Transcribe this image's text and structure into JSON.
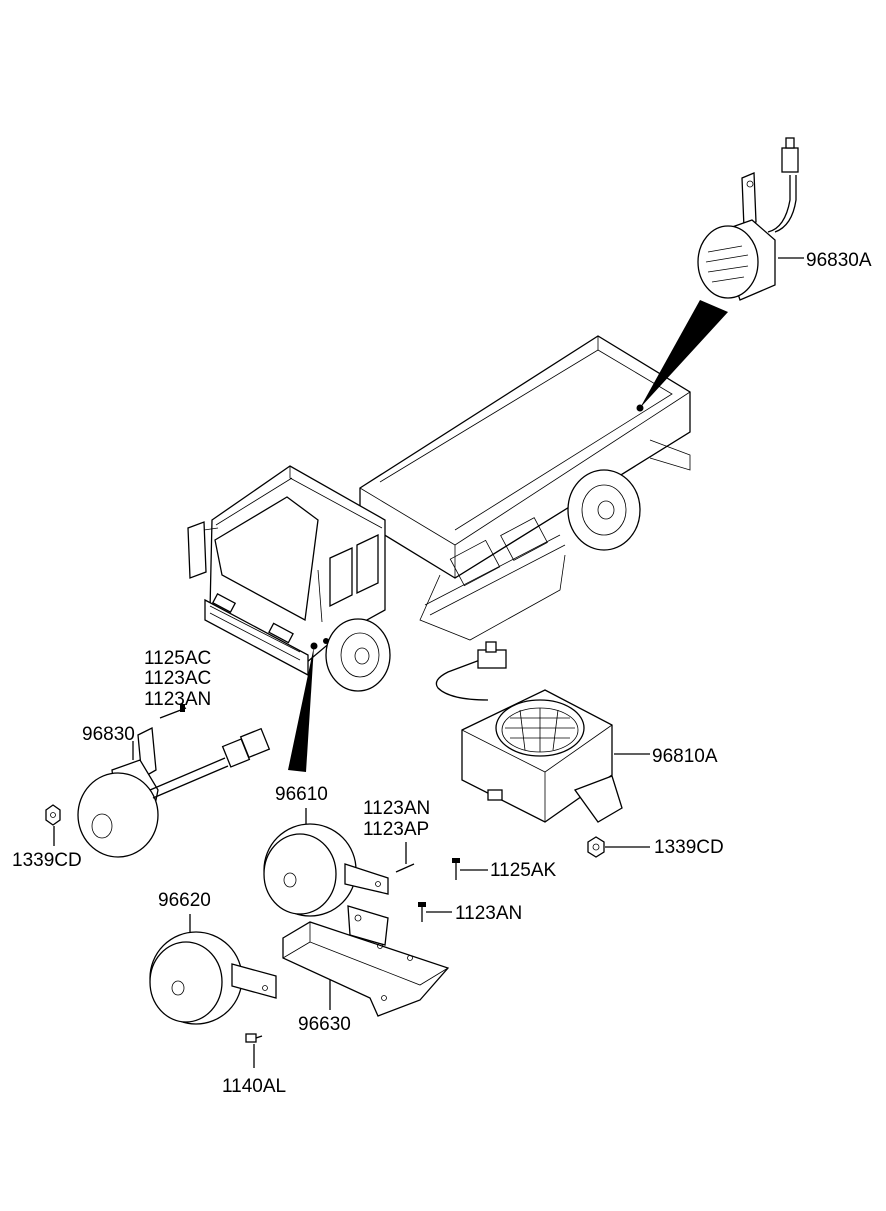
{
  "parts": {
    "back_alarm_top": "96830A",
    "back_alarm_box": "96810A",
    "horn_left": "96830",
    "horn_high": "96610",
    "horn_low": "96620",
    "horn_bracket": "96630",
    "bolt_group_left": [
      "1125AC",
      "1123AC",
      "1123AN"
    ],
    "bolt_group_center": [
      "1123AN",
      "1123AP"
    ],
    "nut_left": "1339CD",
    "nut_right": "1339CD",
    "screw_1125ak": "1125AK",
    "screw_1123an": "1123AN",
    "bolt_1140al": "1140AL"
  }
}
